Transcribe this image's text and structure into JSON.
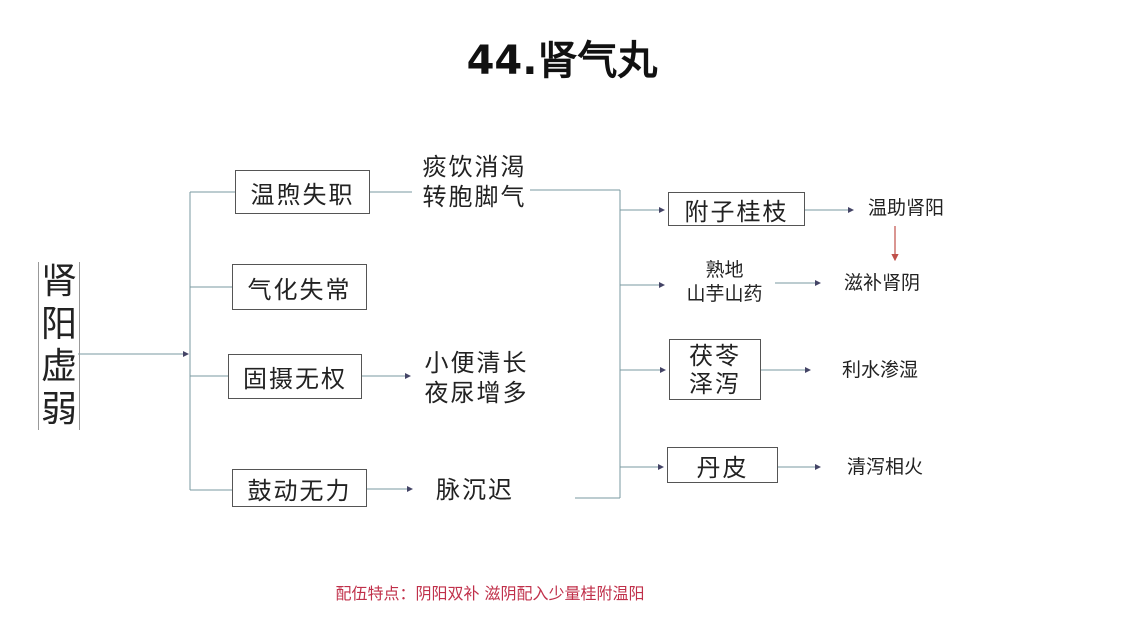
{
  "title": "44.肾气丸",
  "root": {
    "chars": [
      "肾",
      "阳",
      "虚",
      "弱"
    ]
  },
  "pathology": [
    {
      "label": "温煦失职",
      "result": [
        "痰饮消渴",
        "转胞脚气"
      ]
    },
    {
      "label": "气化失常",
      "result": []
    },
    {
      "label": "固摄无权",
      "result": [
        "小便清长",
        "夜尿增多"
      ]
    },
    {
      "label": "鼓动无力",
      "result": [
        "脉沉迟"
      ]
    }
  ],
  "herbs": [
    {
      "label": [
        "附子桂枝"
      ],
      "effect": "温助肾阳"
    },
    {
      "label": [
        "熟地",
        "山芋山药"
      ],
      "effect": "滋补肾阴"
    },
    {
      "label": [
        "茯苓",
        "泽泻"
      ],
      "effect": "利水渗湿"
    },
    {
      "label": [
        "丹皮"
      ],
      "effect": "清泻相火"
    }
  ],
  "note": "配伍特点：阴阳双补  滋阴配入少量桂附温阳",
  "colors": {
    "line": "#7a9aa0",
    "red_arrow": "#c0504a",
    "note": "#c0304a"
  }
}
